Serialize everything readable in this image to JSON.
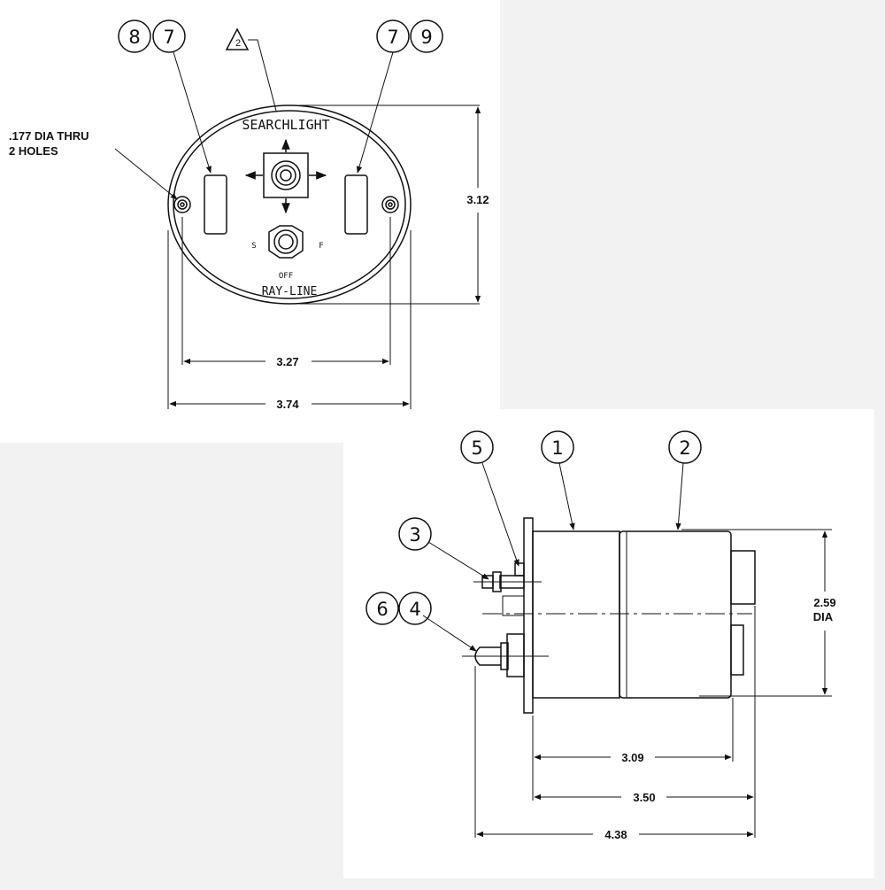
{
  "front_view": {
    "panel_title": "SEARCHLIGHT",
    "brand": "RAY-LINE",
    "switch_left": "S",
    "switch_right": "F",
    "switch_bottom": "OFF",
    "note_line1": ".177 DIA THRU",
    "note_line2": "2 HOLES",
    "height": "3.12",
    "hole_spacing": "3.27",
    "width": "3.74",
    "callouts": [
      "8",
      "7",
      "7",
      "9"
    ],
    "revision_mark": "2"
  },
  "side_view": {
    "callouts": [
      "5",
      "1",
      "2",
      "3",
      "6",
      "4"
    ],
    "diameter": "2.59",
    "diameter_unit": "DIA",
    "length_body": "3.09",
    "length_overall": "3.50",
    "length_total": "4.38"
  }
}
